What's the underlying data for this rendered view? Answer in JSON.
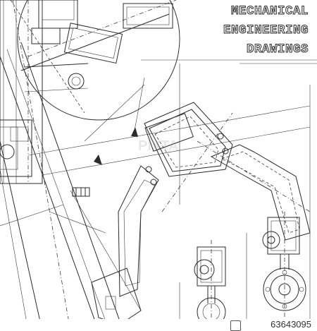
{
  "title": {
    "line1": "MECHANICAL",
    "line2": "ENGINEERING",
    "line3": "DRAWINGS"
  },
  "watermark": "PIXTA",
  "stock_id": "63643095",
  "colors": {
    "ink": "#2b2b2b",
    "background": "#ffffff"
  }
}
